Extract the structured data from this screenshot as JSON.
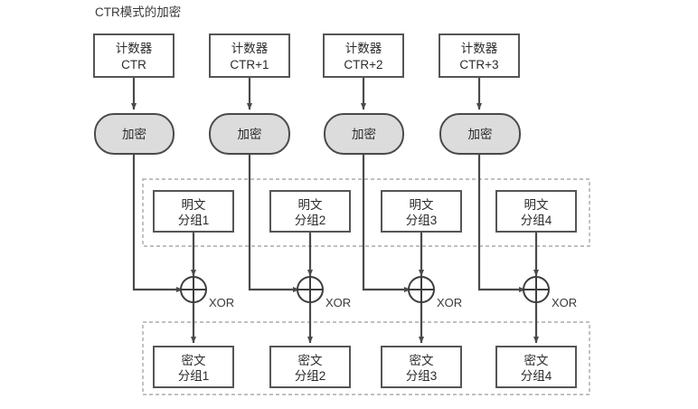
{
  "diagram": {
    "title": "CTR模式的加密",
    "counter_label_line1": "计数器",
    "encrypt_label": "加密",
    "xor_label": "XOR",
    "plaintext_line1": "明文",
    "ciphertext_line1": "密文",
    "colors": {
      "stroke": "#4a4a4a",
      "oval_fill": "#dcdcdc",
      "box_fill": "#ffffff",
      "dashed_stroke": "#9a9a9a",
      "text": "#2b2b2b"
    },
    "columns": [
      {
        "counter_value": "CTR",
        "plaintext_value": "分组1",
        "ciphertext_value": "分组1"
      },
      {
        "counter_value": "CTR+1",
        "plaintext_value": "分组2",
        "ciphertext_value": "分组2"
      },
      {
        "counter_value": "CTR+2",
        "plaintext_value": "分组3",
        "ciphertext_value": "分组3"
      },
      {
        "counter_value": "CTR+3",
        "plaintext_value": "分组4",
        "ciphertext_value": "分组4"
      }
    ]
  }
}
